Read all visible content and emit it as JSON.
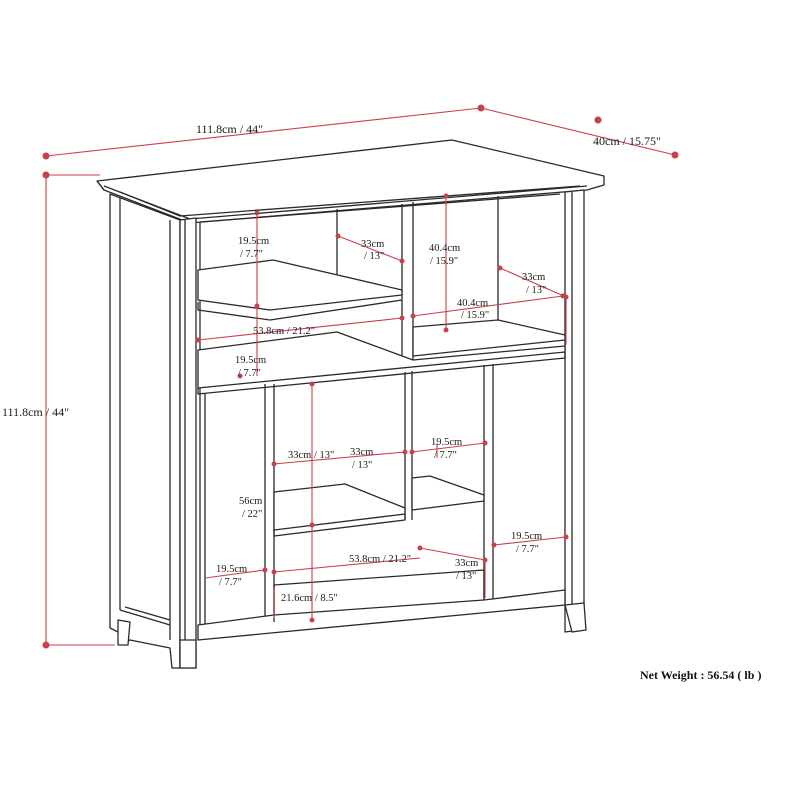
{
  "colors": {
    "dimension_line": "#c8414a",
    "ink": "#2a2a2a",
    "background": "#ffffff"
  },
  "overall": {
    "width": "111.8cm / 44\"",
    "depth": "40cm / 15.75\"",
    "height": "111.8cm / 44\""
  },
  "upper": {
    "shelf_height_a_1": "19.5cm",
    "shelf_height_a_2": "/ 7.7\"",
    "shelf_depth_a_1": "33cm",
    "shelf_depth_a_2": "/ 13\"",
    "right_height_1": "40.4cm",
    "right_height_2": "/ 15.9\"",
    "right_depth_1": "33cm",
    "right_depth_2": "/ 13\"",
    "right_width_1": "40.4cm",
    "right_width_2": "/ 15.9\"",
    "left_width": "53.8cm / 21.2\"",
    "shelf_height_b_1": "19.5cm",
    "shelf_height_b_2": "/ 7.7\""
  },
  "lower": {
    "center_width_a": "33cm / 13\"",
    "center_width_b_1": "33cm",
    "center_width_b_2": "/ 13\"",
    "right_small_1": "19.5cm",
    "right_small_2": "/ 7.7\"",
    "center_height_1": "56cm",
    "center_height_2": "/ 22\"",
    "left_col_1": "19.5cm",
    "left_col_2": "/ 7.7\"",
    "bottom_width": "53.8cm / 21.2\"",
    "bottom_depth_1": "33cm",
    "bottom_depth_2": "/ 13\"",
    "right_col_1": "19.5cm",
    "right_col_2": "/ 7.7\"",
    "bottom_gap": "21.6cm / 8.5\""
  },
  "net_weight": "Net Weight : 56.54 ( lb )"
}
